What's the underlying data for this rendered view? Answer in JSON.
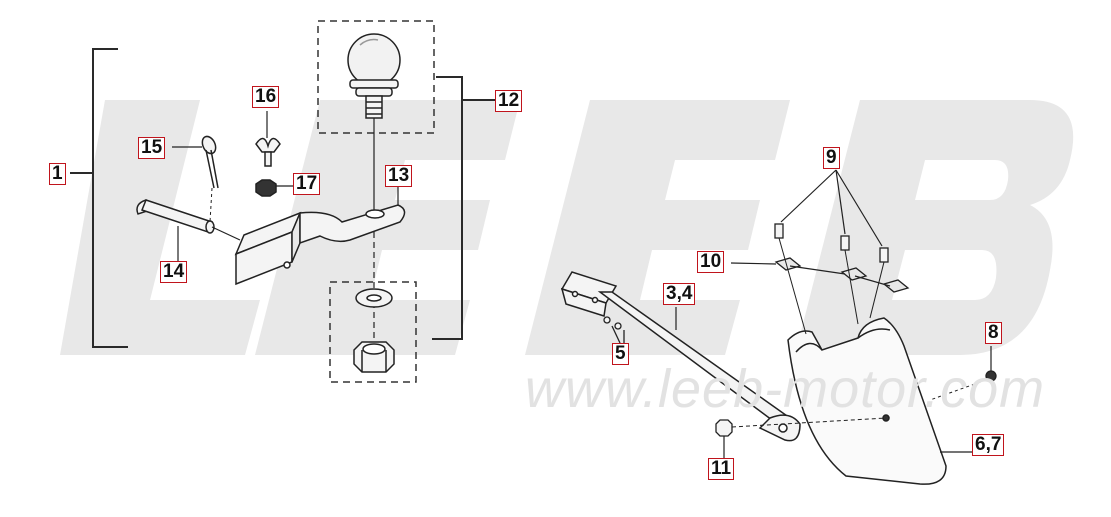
{
  "watermark": {
    "logo": "LEEB",
    "url": "www.leeb-motor.com",
    "color": "#e4e4e4"
  },
  "callouts": {
    "c1": "1",
    "c12": "12",
    "c13": "13",
    "c14": "14",
    "c15": "15",
    "c16": "16",
    "c17": "17",
    "c9": "9",
    "c10": "10",
    "c34": "3,4",
    "c5": "5",
    "c8": "8",
    "c11": "11",
    "c67": "6,7"
  },
  "colors": {
    "callout_border": "#c0141c",
    "line": "#2a2a2a"
  }
}
